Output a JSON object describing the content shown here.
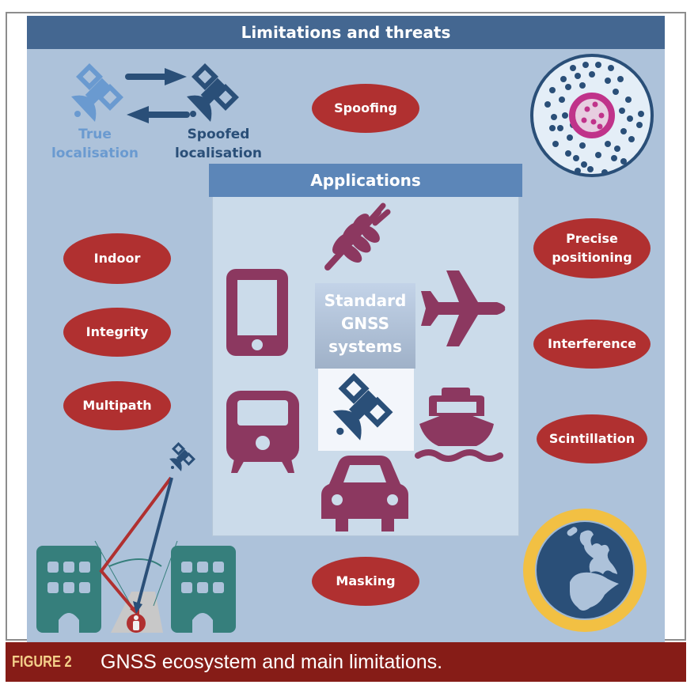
{
  "diagram": {
    "title": "Limitations and threats",
    "applications_title": "Applications",
    "core_label_lines": [
      "Standard",
      "GNSS",
      "systems"
    ],
    "limitations": [
      {
        "label": "Spoofing"
      },
      {
        "label": "Indoor"
      },
      {
        "label": "Integrity"
      },
      {
        "label": "Multipath"
      },
      {
        "label": "Precise positioning"
      },
      {
        "label": "Interference"
      },
      {
        "label": "Scintillation"
      },
      {
        "label": "Masking"
      }
    ],
    "spoofing_illustration": {
      "true_label": [
        "True",
        "localisation"
      ],
      "spoofed_label": [
        "Spoofed",
        "localisation"
      ]
    },
    "applications": [
      {
        "icon": "wheat-icon",
        "name": "agriculture"
      },
      {
        "icon": "smartphone-icon",
        "name": "mobile"
      },
      {
        "icon": "airplane-icon",
        "name": "aviation"
      },
      {
        "icon": "train-icon",
        "name": "rail"
      },
      {
        "icon": "ship-icon",
        "name": "maritime"
      },
      {
        "icon": "car-icon",
        "name": "automotive"
      }
    ],
    "colors": {
      "header": "#446791",
      "panel": "#adc2da",
      "applications_header": "#5c86b8",
      "applications_panel": "#cbdbea",
      "threat_pill": "#b03030",
      "application_icon": "#8c3860",
      "satellite": "#2a4f78",
      "true_satellite": "#6a9ad0",
      "building": "#367f7c",
      "globe_ring": "#f2c043",
      "scintillation_ring": "#c0338a",
      "caption_bar": "#861c17",
      "caption_tag": "#f4d08a"
    }
  },
  "caption": {
    "tag": "FIGURE 2",
    "text": "GNSS ecosystem and main limitations."
  }
}
